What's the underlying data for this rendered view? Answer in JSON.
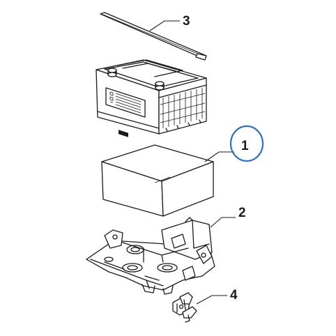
{
  "callouts": [
    {
      "id": "3",
      "label": "3"
    },
    {
      "id": "1",
      "label": "1",
      "highlighted": true
    },
    {
      "id": "2",
      "label": "2"
    },
    {
      "id": "4",
      "label": "4"
    }
  ],
  "colors": {
    "line": "#1a1a1a",
    "highlight_ring": "#2a6fc9",
    "background": "#ffffff"
  },
  "parts": [
    {
      "callout": "3",
      "name": "hold-down-strap"
    },
    {
      "name": "battery"
    },
    {
      "callout": "1",
      "name": "battery-insulation-box"
    },
    {
      "callout": "2",
      "name": "battery-tray"
    },
    {
      "callout": "4",
      "name": "clamp-bracket"
    }
  ]
}
